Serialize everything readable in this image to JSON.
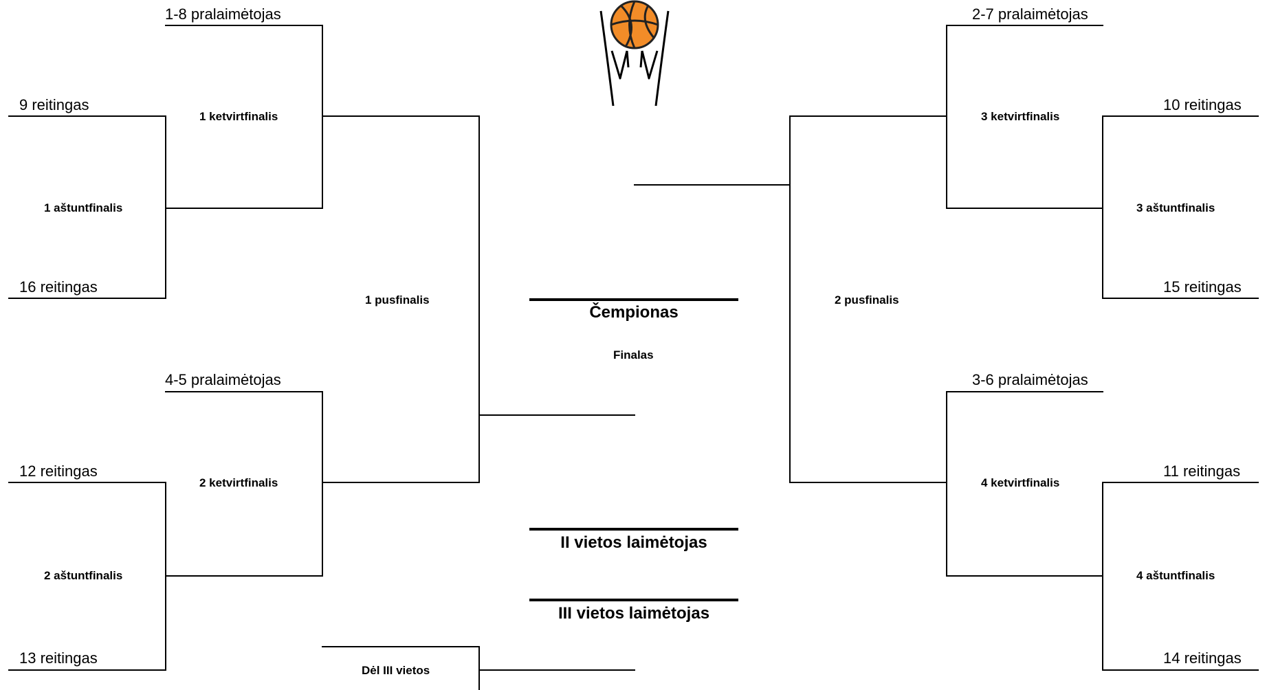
{
  "logo": {
    "icon": "basketball-hoop-icon",
    "ball_color": "#f28c28",
    "net_color": "#000000"
  },
  "left": {
    "seeds": [
      "1-8 pralaimėtojas",
      "9 reitingas",
      "16 reitingas",
      "4-5 pralaimėtojas",
      "12 reitingas",
      "13 reitingas"
    ],
    "rounds": {
      "qf1": "1 ketvirtfinalis",
      "r16_1": "1 aštuntfinalis",
      "qf2": "2 ketvirtfinalis",
      "r16_2": "2 aštuntfinalis",
      "sf1": "1 pusfinalis",
      "third": "Dėl III vietos"
    }
  },
  "right": {
    "seeds": [
      "2-7 pralaimėtojas",
      "10 reitingas",
      "15 reitingas",
      "3-6 pralaimėtojas",
      "11 reitingas",
      "14 reitingas"
    ],
    "rounds": {
      "qf3": "3 ketvirtfinalis",
      "r16_3": "3 aštuntfinalis",
      "qf4": "4 ketvirtfinalis",
      "r16_4": "4 aštuntfinalis",
      "sf2": "2 pusfinalis"
    }
  },
  "center": {
    "champion": "Čempionas",
    "final": "Finalas",
    "second": "II vietos laimėtojas",
    "third": "III vietos laimėtojas"
  }
}
